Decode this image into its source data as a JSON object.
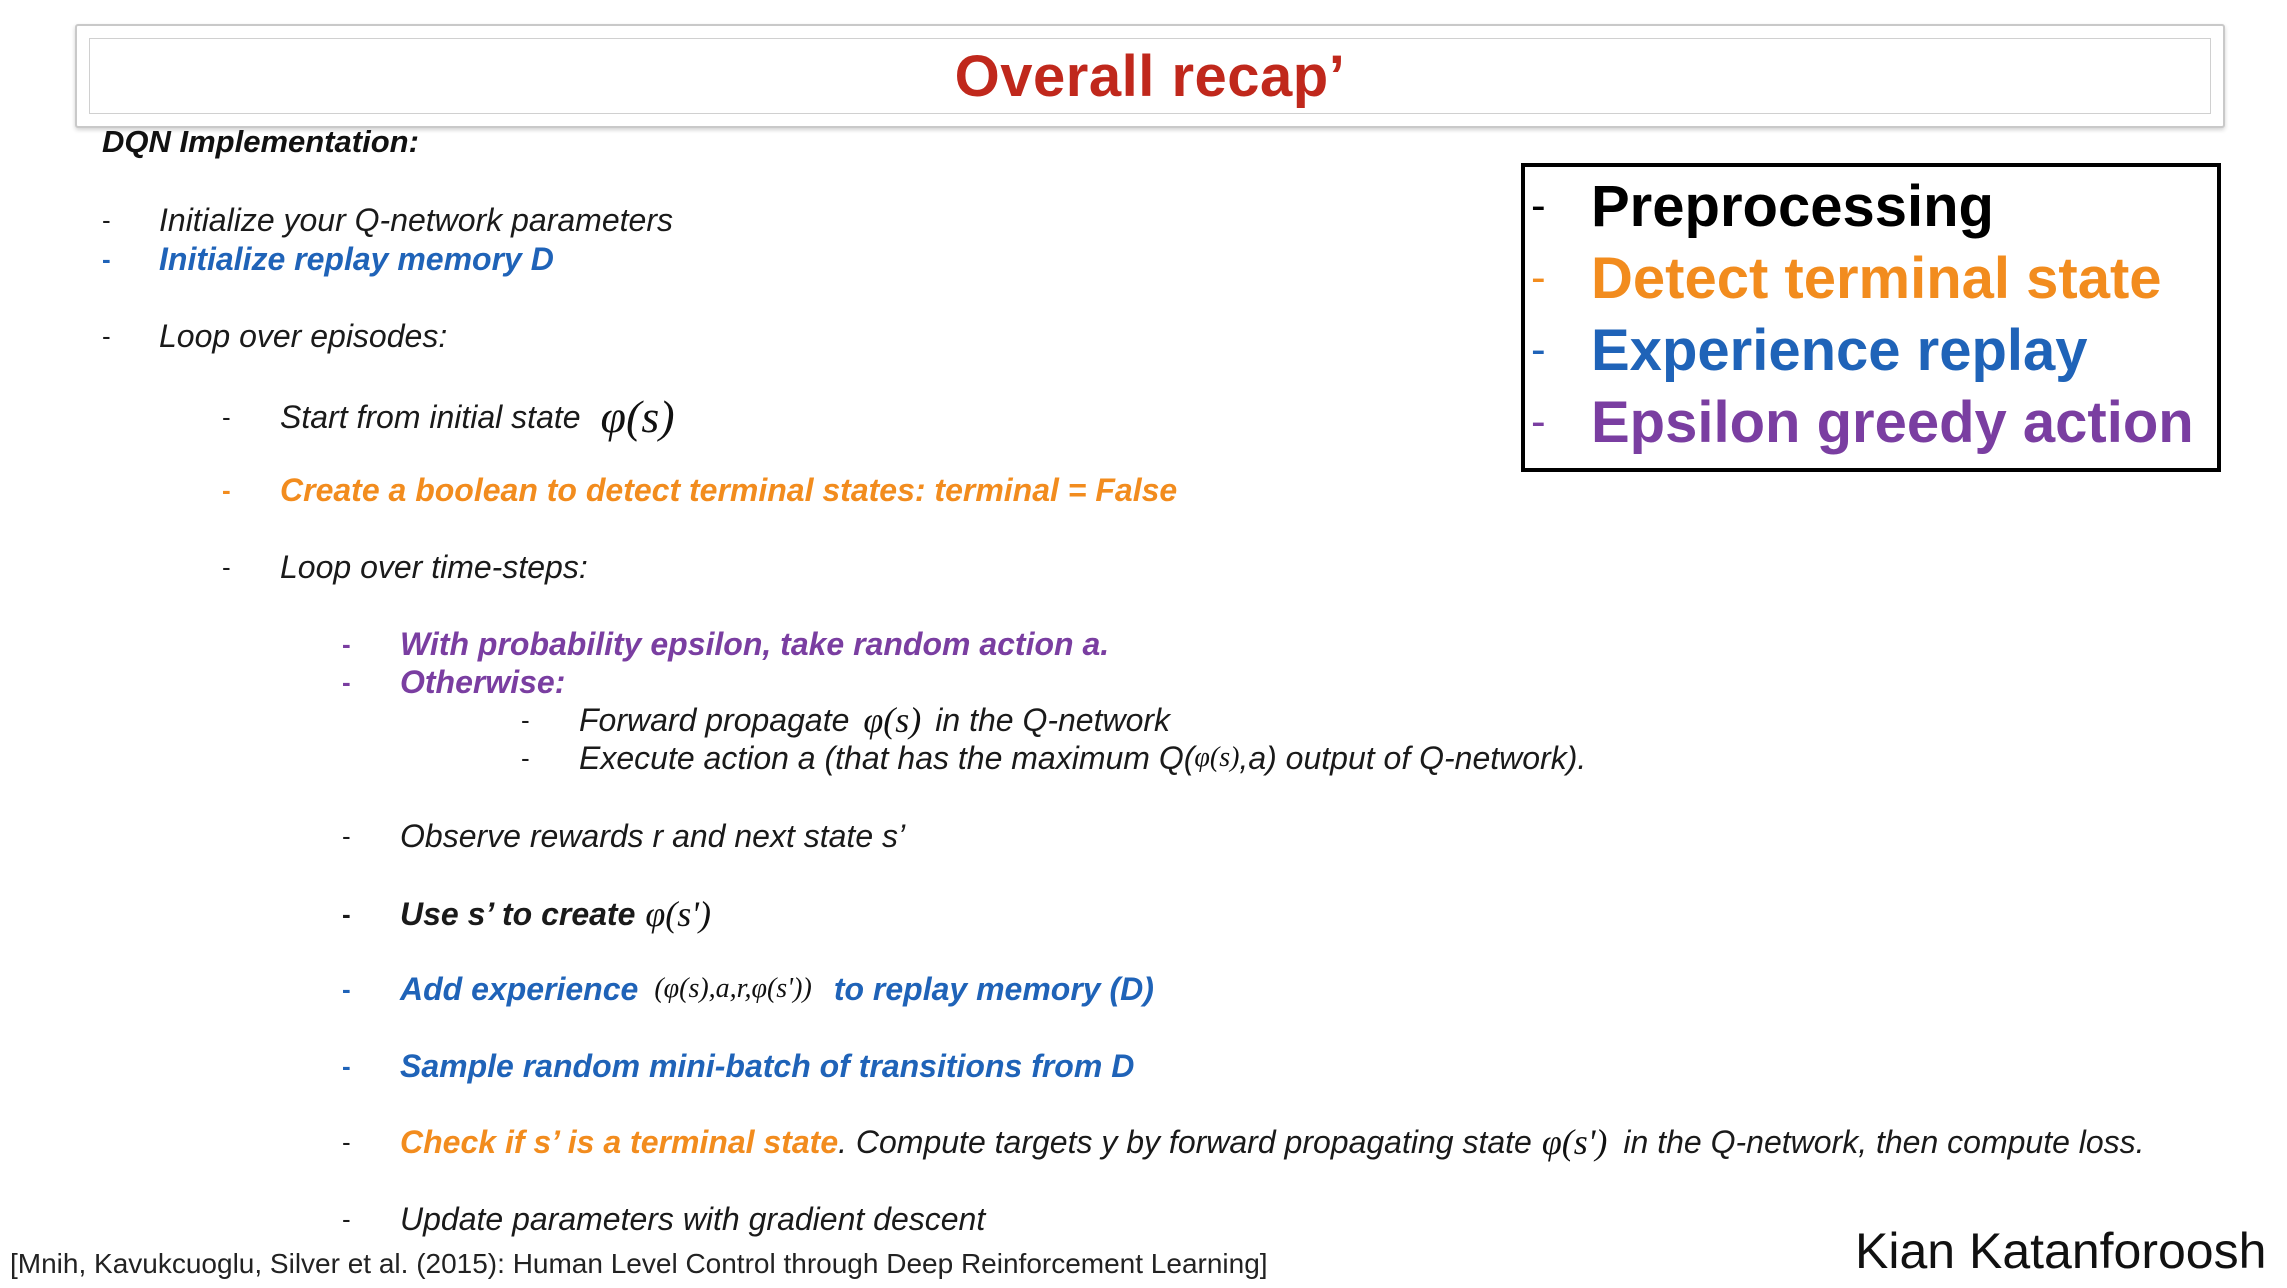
{
  "title": "Overall recap’",
  "heading": "DQN Implementation:",
  "steps": {
    "s1": "Initialize your Q-network parameters",
    "s2": "Initialize replay memory D",
    "s3": "Loop over episodes:",
    "s4_text": "Start from initial state",
    "s4_math": "φ(s)",
    "s5": "Create a boolean to detect terminal states: terminal = False",
    "s6": "Loop over time-steps:",
    "s7": "With probability epsilon, take random action a.",
    "s8": "Otherwise:",
    "s9_text": "Forward propagate",
    "s9_math": "φ(s)",
    "s9_tail": "in the Q-network",
    "s10_pre": "Execute action a (that has the maximum Q(",
    "s10_math": "φ(s)",
    "s10_post": ",a) output of Q-network).",
    "s11": "Observe rewards r and next state s’",
    "s12_text": "Use s’ to create",
    "s12_math": "φ(s')",
    "s13_pre": "Add experience",
    "s13_math": "(φ(s),a,r,φ(s'))",
    "s13_post": "to replay memory (D)",
    "s14": "Sample random mini-batch of transitions from D",
    "s15_pre": "Check if s’ is a terminal state",
    "s15_mid": ". Compute targets y by forward propagating state",
    "s15_math": "φ(s')",
    "s15_post": "in the Q-network, then compute loss.",
    "s16": "Update parameters with gradient descent"
  },
  "legend": {
    "items": [
      {
        "label": "Preprocessing",
        "color": "#000000"
      },
      {
        "label": "Detect terminal state",
        "color": "#f28c1e"
      },
      {
        "label": "Experience replay",
        "color": "#1f63b8"
      },
      {
        "label": "Epsilon greedy action",
        "color": "#7a3ea1"
      }
    ]
  },
  "citation": "[Mnih, Kavukcuoglu, Silver et al. (2015): Human Level Control through Deep Reinforcement Learning]",
  "author": "Kian Katanforoosh",
  "colors": {
    "title": "#c0281c",
    "blue": "#1f63b8",
    "orange": "#f28c1e",
    "purple": "#7a3ea1"
  }
}
